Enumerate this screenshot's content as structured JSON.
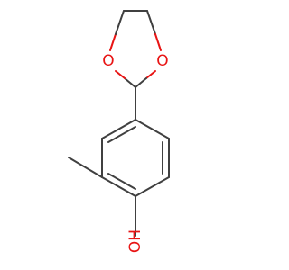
{
  "molecule": {
    "atoms": [
      {
        "id": "o1",
        "label": "O",
        "color": "#e81414"
      },
      {
        "id": "o2",
        "label": "O",
        "color": "#e81414"
      },
      {
        "id": "o3",
        "label": "OH",
        "color": "#e81414"
      }
    ],
    "bond_color": "#404040",
    "heteroatom_color": "#e81414"
  }
}
